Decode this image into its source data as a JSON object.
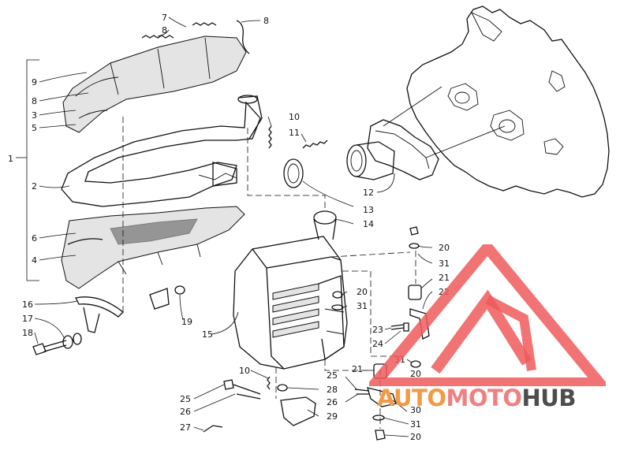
{
  "callouts": {
    "c1": "1",
    "c2": "2",
    "c3": "3",
    "c4": "4",
    "c5": "5",
    "c6": "6",
    "c7": "7",
    "c8a": "8",
    "c8b": "8",
    "c8c": "8",
    "c9": "9",
    "c10a": "10",
    "c10b": "10",
    "c11": "11",
    "c12": "12",
    "c13": "13",
    "c14": "14",
    "c15": "15",
    "c16": "16",
    "c17": "17",
    "c18": "18",
    "c19": "19",
    "c20a": "20",
    "c20b": "20",
    "c20c": "20",
    "c20d": "20",
    "c21a": "21",
    "c21b": "21",
    "c22": "22",
    "c23": "23",
    "c24": "24",
    "c25a": "25",
    "c25b": "25",
    "c26a": "26",
    "c26b": "26",
    "c27": "27",
    "c28": "28",
    "c29": "29",
    "c30": "30",
    "c31a": "31",
    "c31b": "31",
    "c31c": "31",
    "c31d": "31"
  },
  "watermark": {
    "part1": "AUTO",
    "part2": "MOTO",
    "part3": "HUB",
    "colors": {
      "auto": "#f29a45",
      "moto": "#f08080",
      "hub": "#4d4d4d",
      "logo": "#ee5a5a"
    }
  }
}
